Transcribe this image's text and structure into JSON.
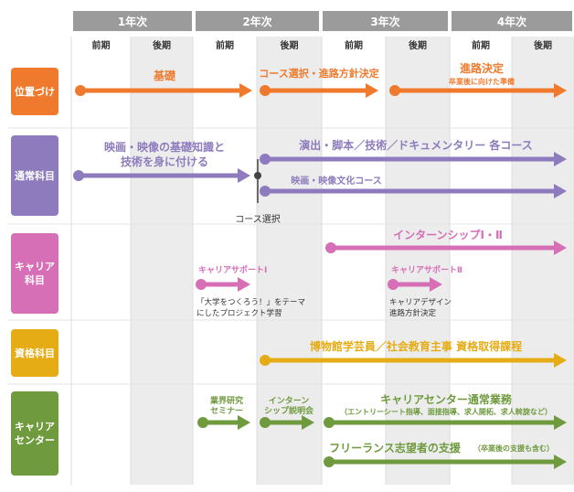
{
  "colors": {
    "orange": "#ef7a2d",
    "purple": "#8d7bbd",
    "pink": "#d66fb6",
    "gold": "#e5ac16",
    "green": "#6f9a3d",
    "header": "#9b9b9b",
    "shade": "#ececec"
  },
  "years": [
    {
      "label": "1年次"
    },
    {
      "label": "2年次"
    },
    {
      "label": "3年次"
    },
    {
      "label": "4年次"
    }
  ],
  "terms": [
    "前期",
    "後期",
    "前期",
    "後期",
    "前期",
    "後期",
    "前期",
    "後期"
  ],
  "rows": {
    "position": {
      "label": "位置づけ",
      "kiso": "基礎",
      "course_select": "コース選択・進路方針決定",
      "shinro": "進路決定",
      "shinro_sub": "卒業後に向けた準備"
    },
    "regular": {
      "label": "通常科目",
      "basic_line1": "映画・映像の基礎知識と",
      "basic_line2": "技術を身に付ける",
      "courses": "演出・脚本／技術／ドキュメンタリー 各コース",
      "culture": "映画・映像文化コース",
      "course_select_note": "コース選択"
    },
    "career_subj": {
      "label_line1": "キャリア",
      "label_line2": "科目",
      "internship": "インターンシップⅠ・Ⅱ",
      "support1": "キャリアサポートⅠ",
      "support1_note1": "「大学をつくろう！」をテーマ",
      "support1_note2": "にしたプロジェクト学習",
      "support2": "キャリアサポートⅡ",
      "support2_note1": "キャリアデザイン",
      "support2_note2": "進路方針決定"
    },
    "qualification": {
      "label": "資格科目",
      "course": "博物館学芸員／社会教育主事 資格取得課程"
    },
    "career_center": {
      "label_line1": "キャリア",
      "label_line2": "センター",
      "seminar_line1": "業界研究",
      "seminar_line2": "セミナー",
      "intern_line1": "インターン",
      "intern_line2": "シップ説明会",
      "regular": "キャリアセンター通常業務",
      "regular_sub": "（エントリーシート指導、面接指導、求人開拓、求人斡旋など）",
      "freelance": "フリーランス志望者の支援",
      "freelance_sub": "（卒業後の支援も含む）"
    }
  }
}
